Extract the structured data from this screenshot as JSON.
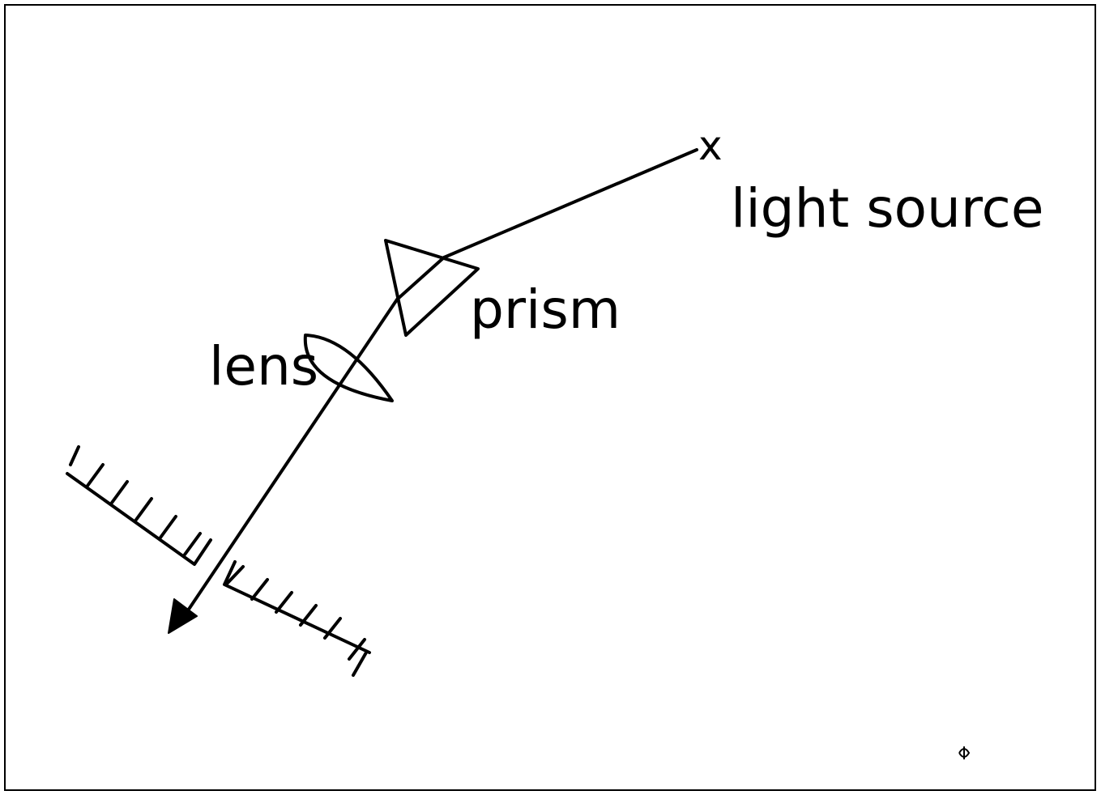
{
  "diagram": {
    "labels": {
      "light_source": "light source",
      "prism": "prism",
      "lens": "lens",
      "source_marker": "x"
    },
    "colors": {
      "ink": "#000000",
      "background": "#ffffff"
    }
  }
}
